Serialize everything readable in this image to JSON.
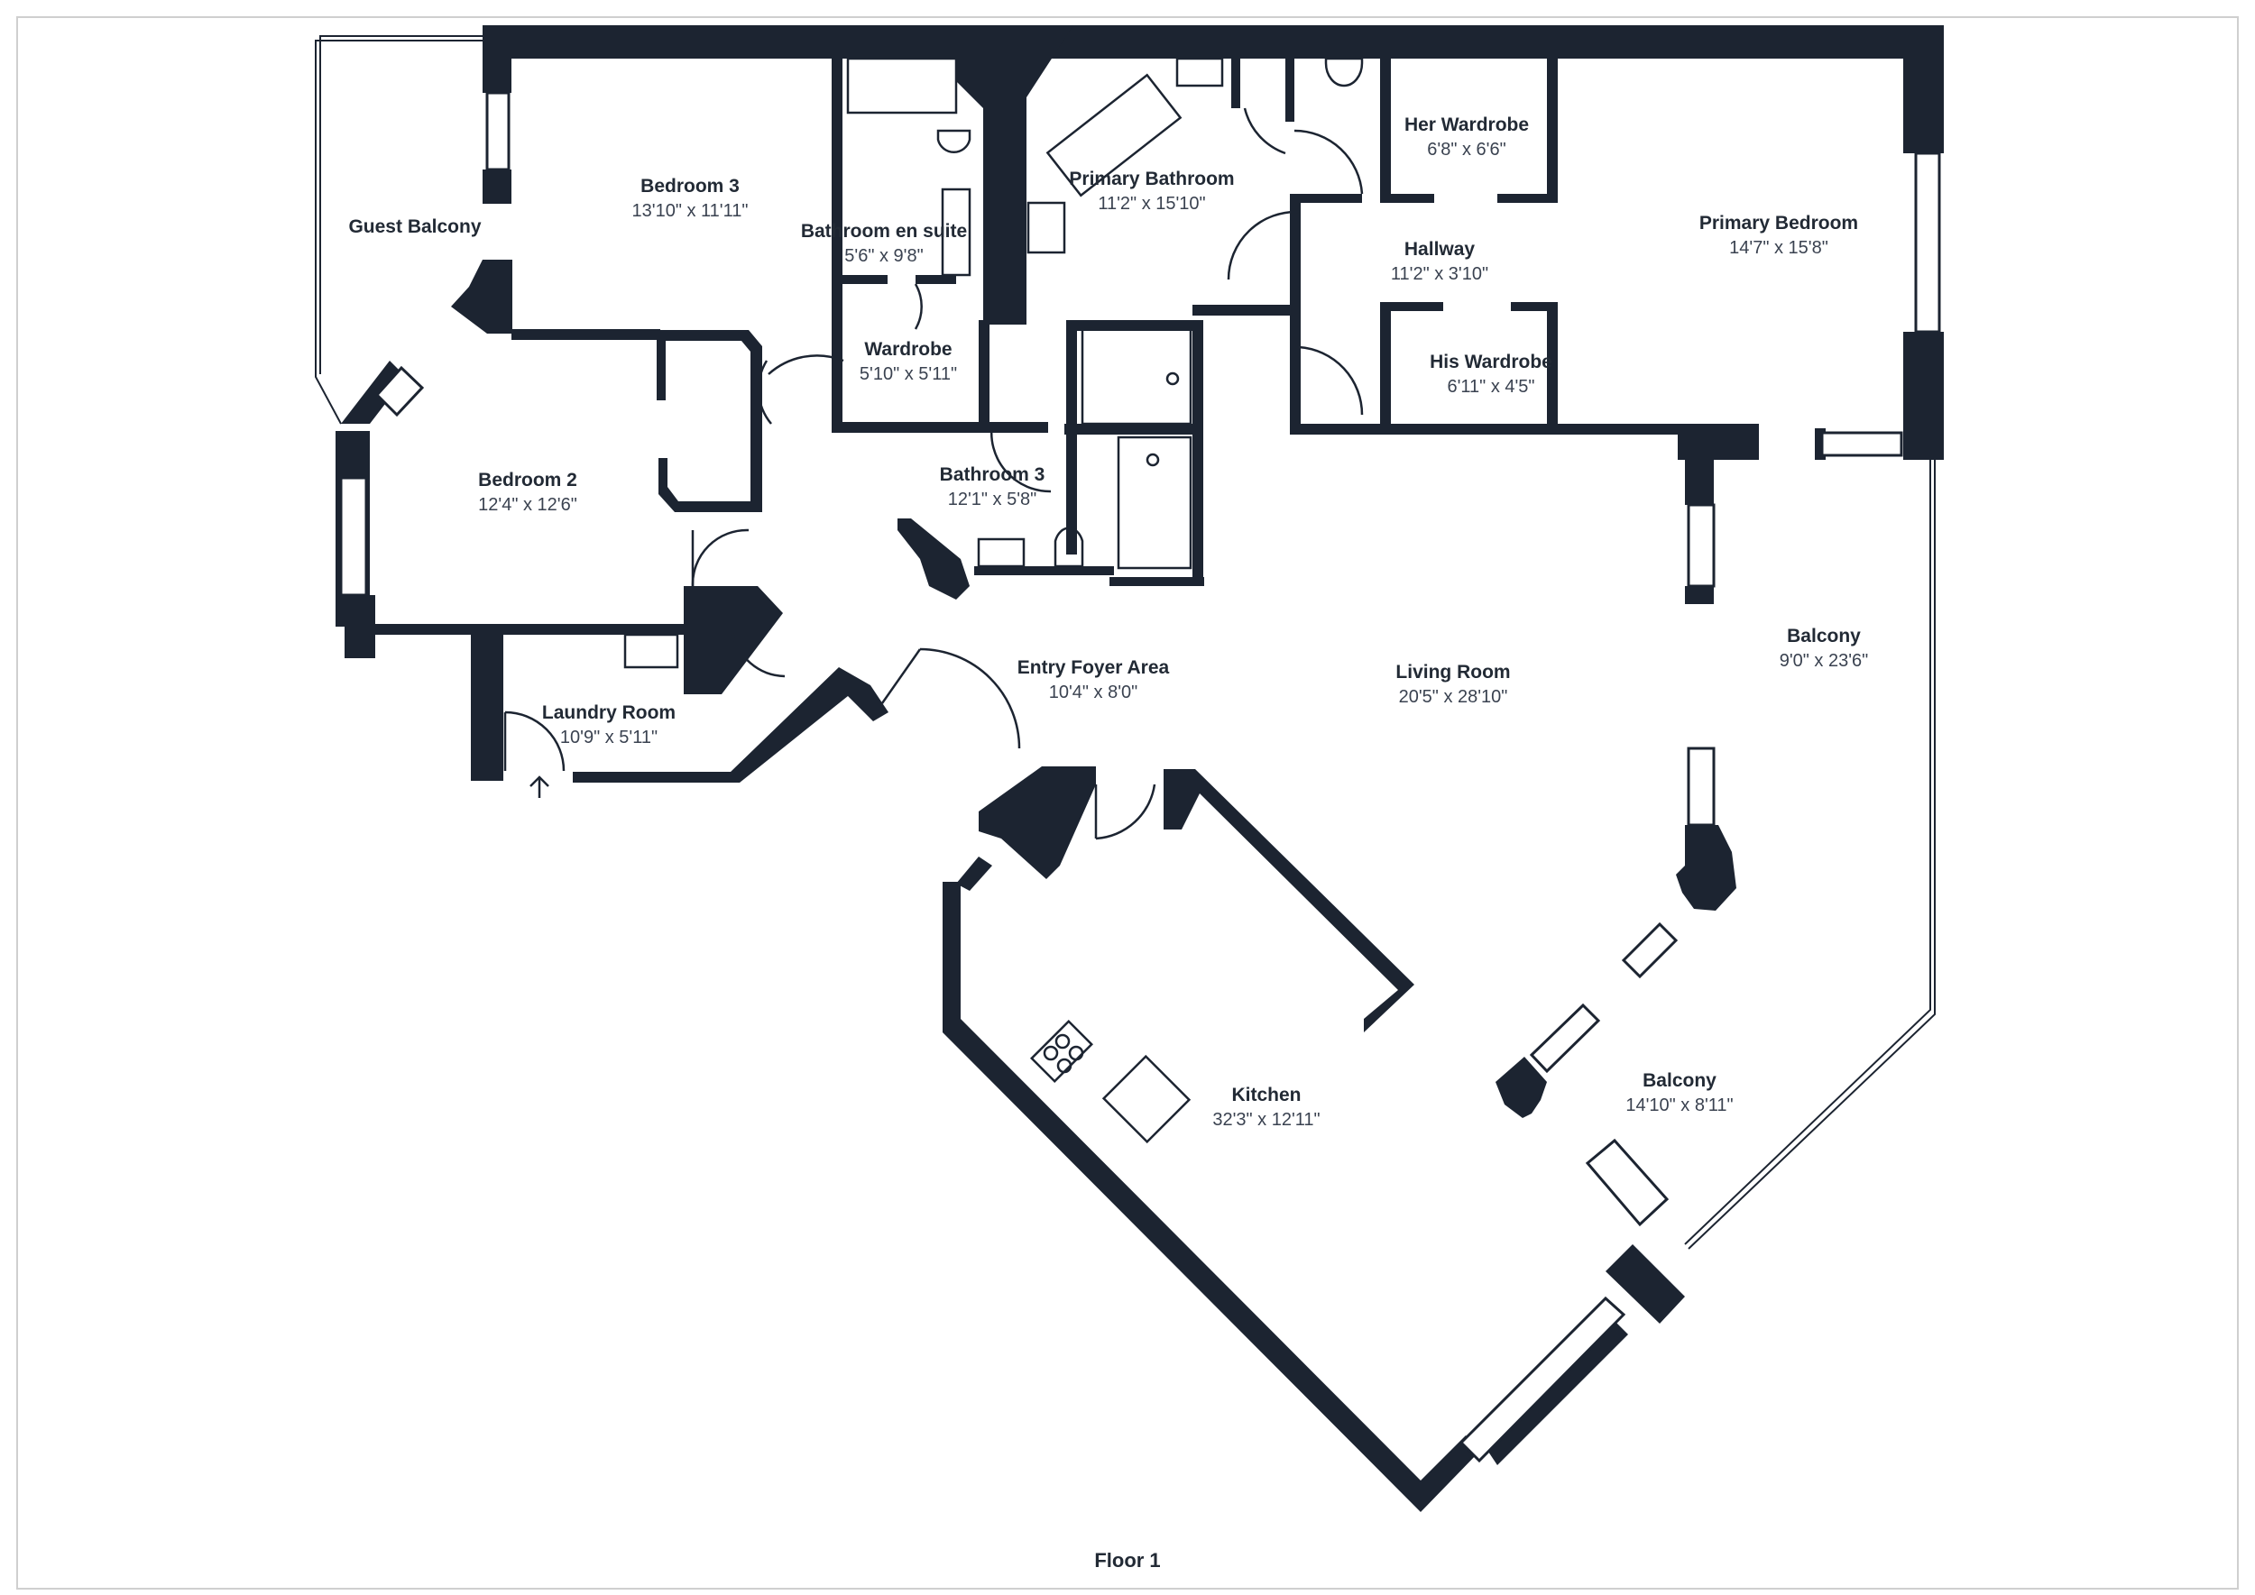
{
  "floor_label": "Floor 1",
  "colors": {
    "wall": "#1c2431",
    "fixture": "#1c2431",
    "background": "#ffffff",
    "frame": "#cfcfcf"
  },
  "rooms": [
    {
      "name": "Guest Balcony",
      "dims": ""
    },
    {
      "name": "Bedroom 3",
      "dims": "13'10\" x 11'11\""
    },
    {
      "name": "Bathroom en suite",
      "dims": "5'6\" x 9'8\""
    },
    {
      "name": "Primary Bathroom",
      "dims": "11'2\" x 15'10\""
    },
    {
      "name": "Her Wardrobe",
      "dims": "6'8\" x 6'6\""
    },
    {
      "name": "Primary Bedroom",
      "dims": "14'7\" x 15'8\""
    },
    {
      "name": "Hallway",
      "dims": "11'2\" x 3'10\""
    },
    {
      "name": "Wardrobe",
      "dims": "5'10\" x 5'11\""
    },
    {
      "name": "His Wardrobe",
      "dims": "6'11\" x 4'5\""
    },
    {
      "name": "Bedroom 2",
      "dims": "12'4\" x 12'6\""
    },
    {
      "name": "Bathroom 3",
      "dims": "12'1\" x 5'8\""
    },
    {
      "name": "Balcony",
      "dims": "9'0\" x 23'6\""
    },
    {
      "name": "Entry Foyer Area",
      "dims": "10'4\" x 8'0\""
    },
    {
      "name": "Living Room",
      "dims": "20'5\" x 28'10\""
    },
    {
      "name": "Laundry Room",
      "dims": "10'9\" x 5'11\""
    },
    {
      "name": "Kitchen",
      "dims": "32'3\" x 12'11\""
    },
    {
      "name": "Balcony",
      "dims": "14'10\" x 8'11\""
    }
  ]
}
